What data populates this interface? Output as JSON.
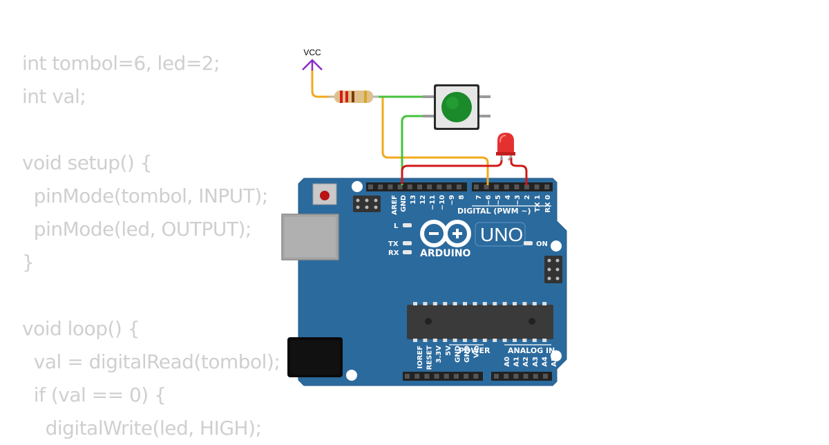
{
  "code": {
    "lines": [
      "int tombol=6, led=2;",
      "int val;",
      "",
      "void setup() {",
      "  pinMode(tombol, INPUT);",
      "  pinMode(led, OUTPUT);",
      "}",
      "",
      "void loop() {",
      "  val = digitalRead(tombol);",
      "  if (val == 0) {",
      "    digitalWrite(led, HIGH);"
    ]
  },
  "circuit": {
    "vcc_label": "VCC",
    "board": {
      "brand": "ARDUINO",
      "model": "UNO",
      "digital_header": "DIGITAL (PWM ~)",
      "power_header": "POWER",
      "analog_header": "ANALOG IN",
      "led_l": "L",
      "led_tx": "TX",
      "led_rx": "RX",
      "led_on": "ON",
      "digital_pins": [
        "AREF",
        "GND",
        "13",
        "12",
        "~11",
        "~10",
        "~9",
        "8",
        "7",
        "~6",
        "~5",
        "4",
        "~3",
        "2",
        "TX 1",
        "RX 0"
      ],
      "power_pins": [
        "IOREF",
        "RESET",
        "3.3V",
        "5V",
        "GND",
        "GND",
        "Vin"
      ],
      "analog_pins": [
        "A0",
        "A1",
        "A2",
        "A3",
        "A4",
        "A5"
      ]
    },
    "colors": {
      "board": "#2b6a9d",
      "wire_vcc": "#f0a91a",
      "wire_button": "#44c23b",
      "wire_led": "#d01818",
      "vcc_symbol": "#8a2bc8",
      "button_cap": "#1a8a2a",
      "led": "#e53030"
    }
  }
}
